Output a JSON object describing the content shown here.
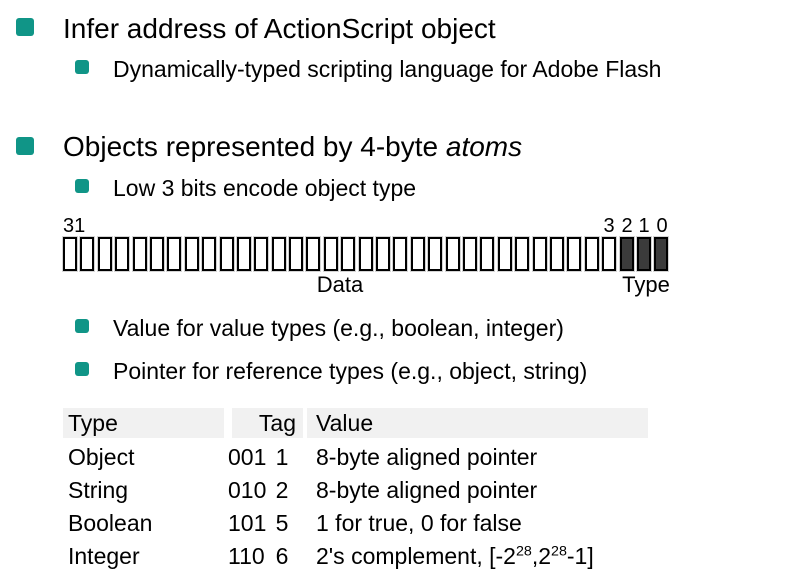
{
  "colors": {
    "accent": "#109587",
    "dark_box": "#3b3b3b",
    "table_header_bg": "#f1f1f1"
  },
  "bullets": {
    "b1": "Infer address of ActionScript object",
    "b1_sub": "Dynamically-typed scripting language for Adobe Flash",
    "b2_pre": "Objects represented by 4-byte ",
    "b2_em": "atoms",
    "b2_sub": "Low 3 bits encode object type",
    "b3": "Value for value types (e.g., boolean, integer)",
    "b4": "Pointer for reference types (e.g., object, string)"
  },
  "diagram": {
    "bit31_label": "31",
    "bit_labels": [
      "3",
      "2",
      "1",
      "0"
    ],
    "white_count": 32,
    "dark_count": 3,
    "data_label": "Data",
    "type_label": "Type"
  },
  "table": {
    "headers": {
      "type": "Type",
      "tag": "Tag",
      "value": "Value"
    },
    "rows": [
      {
        "type": "Object",
        "tag_bin": "001",
        "tag_dec": "1",
        "value": "8-byte aligned pointer"
      },
      {
        "type": "String",
        "tag_bin": "010",
        "tag_dec": "2",
        "value": "8-byte aligned pointer"
      },
      {
        "type": "Boolean",
        "tag_bin": "101",
        "tag_dec": "5",
        "value": "1 for true, 0 for false"
      },
      {
        "type": "Integer",
        "tag_bin": "110",
        "tag_dec": "6",
        "value_parts": {
          "p1": "2's complement, [-2",
          "sup1": "28",
          "p2": ",2",
          "sup2": "28",
          "p3": "-1]"
        }
      }
    ]
  }
}
